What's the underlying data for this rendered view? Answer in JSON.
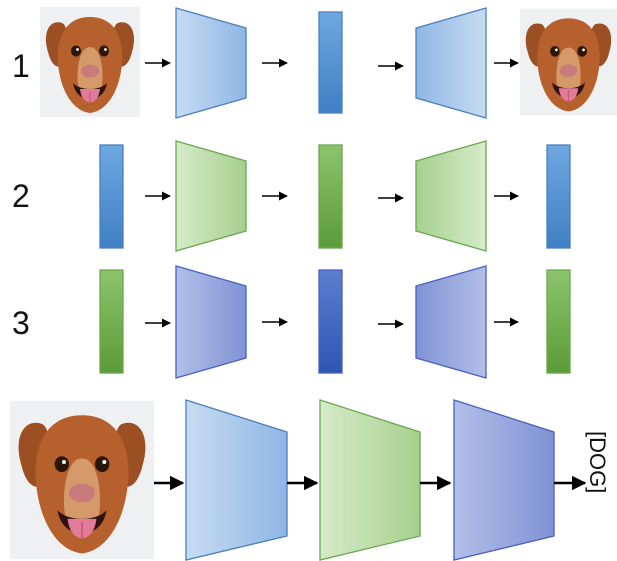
{
  "rows": [
    {
      "label": "1"
    },
    {
      "label": "2"
    },
    {
      "label": "3"
    }
  ],
  "final": {
    "output_label": "[DOG]"
  },
  "colors": {
    "blue": "#5b9bd5",
    "green": "#70ad47",
    "indigo": "#4a6fc4",
    "blue_light": "#c5d9f1",
    "green_light": "#d3e8c4",
    "indigo_light": "#b3bde6",
    "blue_edge": "#4a7fc0",
    "green_edge": "#6aa84f",
    "indigo_edge": "#4a5fbf",
    "dog_fur": "#b5602d",
    "dog_background": "#eef0f2"
  }
}
